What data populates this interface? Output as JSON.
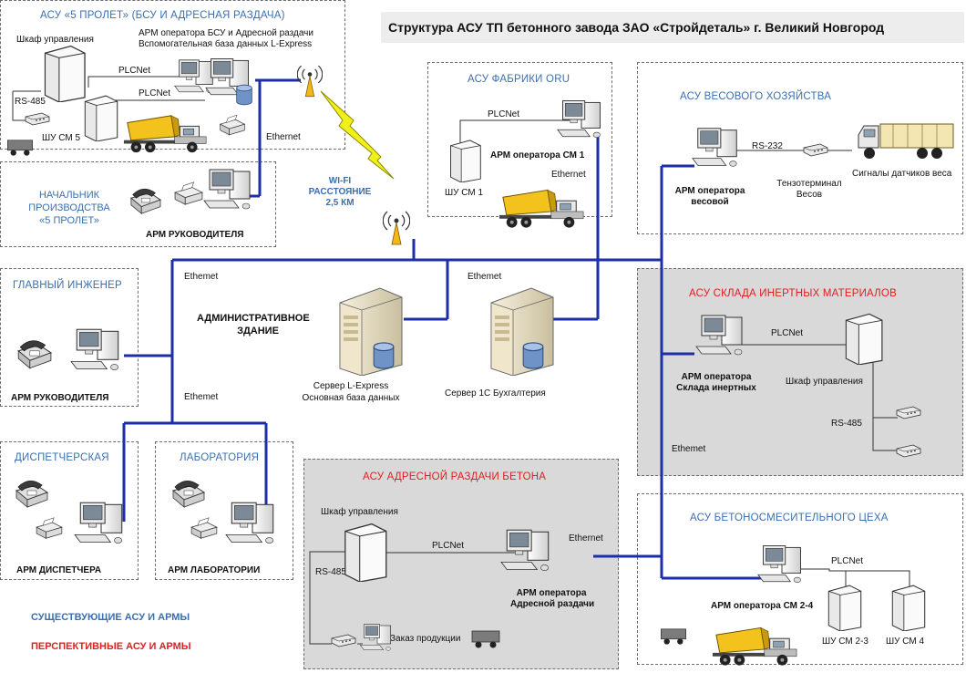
{
  "title": "Структура АСУ ТП бетонного завода ЗАО «Стройдеталь» г. Великий Новгород",
  "colors": {
    "existing": "#3b6fb0",
    "planned": "#e02020",
    "network": "#1c2fa8",
    "zone_gray": "#d9d9d9"
  },
  "zones": {
    "proleт5": {
      "title": "АСУ «5 ПРОЛЕТ» (БСУ И АДРЕСНАЯ РАЗДАЧА)",
      "cabinet": "Шкаф управления",
      "plcnet1": "PLCNet",
      "plcnet2": "PLCNet",
      "rs485": "RS-485",
      "shu": "ШУ СМ 5",
      "arm_line1": "АРМ оператора БСУ и Адресной раздачи",
      "arm_line2": "Вспомогательная база данных L-Express",
      "ethernet": "Ethernet"
    },
    "chief": {
      "title_line1": "НАЧАЛЬНИК",
      "title_line2": "ПРОИЗВОДСТВА",
      "title_line3": "«5 ПРОЛЕТ»",
      "arm": "АРМ РУКОВОДИТЕЛЯ"
    },
    "wifi": {
      "line1": "WI-FI",
      "line2": "РАССТОЯНИЕ",
      "line3": "2,5 КМ"
    },
    "oru": {
      "title": "АСУ ФАБРИКИ ORU",
      "plcnet": "PLCNet",
      "arm": "АРМ оператора СМ 1",
      "ethernet": "Ethernet",
      "shu": "ШУ СМ 1"
    },
    "weight": {
      "title": "АСУ ВЕСОВОГО ХОЗЯЙСТВА",
      "rs232": "RS-232",
      "arm_line1": "АРМ оператора",
      "arm_line2": "весовой",
      "term_line1": "Тензотерминал",
      "term_line2": "Весов",
      "signals": "Сигналы датчиков веса"
    },
    "engineer": {
      "title": "ГЛАВНЫЙ ИНЖЕНЕР",
      "arm": "АРМ РУКОВОДИТЕЛЯ"
    },
    "admin": {
      "title_line1": "АДМИНИСТРАТИВНОЕ",
      "title_line2": "ЗДАНИЕ",
      "ethernet1": "Ethemet",
      "ethernet2": "Ethemet",
      "server1_line1": "Сервер L-Express",
      "server1_line2": "Основная база данных",
      "server2": "Сервер 1С Бухгалтерия",
      "ethernet3": "Ethemet"
    },
    "inert": {
      "title": "АСУ СКЛАДА ИНЕРТНЫХ МАТЕРИАЛОВ",
      "plcnet": "PLCNet",
      "arm_line1": "АРМ оператора",
      "arm_line2": "Склада инертных",
      "cabinet": "Шкаф управления",
      "rs485": "RS-485",
      "ethernet": "Ethemet"
    },
    "dispatch": {
      "title": "ДИСПЕТЧЕРСКАЯ",
      "arm": "АРМ ДИСПЕТЧЕРА"
    },
    "lab": {
      "title": "ЛАБОРАТОРИЯ",
      "arm": "АРМ ЛАБОРАТОРИИ"
    },
    "address": {
      "title": "АСУ АДРЕСНОЙ РАЗДАЧИ БЕТОНА",
      "cabinet": "Шкаф управления",
      "plcnet": "PLCNet",
      "ethernet": "Ethernet",
      "rs485": "RS-485",
      "arm_line1": "АРМ оператора",
      "arm_line2": "Адресной раздачи",
      "order": "Заказ продукции"
    },
    "mixing": {
      "title": "АСУ БЕТОНОСМЕСИТЕЛЬНОГО ЦЕХА",
      "plcnet": "PLCNet",
      "arm": "АРМ оператора СМ 2-4",
      "shu1": "ШУ СМ 2-3",
      "shu2": "ШУ СМ 4"
    }
  },
  "legend": {
    "existing": "СУЩЕСТВУЮЩИЕ АСУ И АРМЫ",
    "planned": "ПЕРСПЕКТИВНЫЕ АСУ И АРМЫ"
  }
}
